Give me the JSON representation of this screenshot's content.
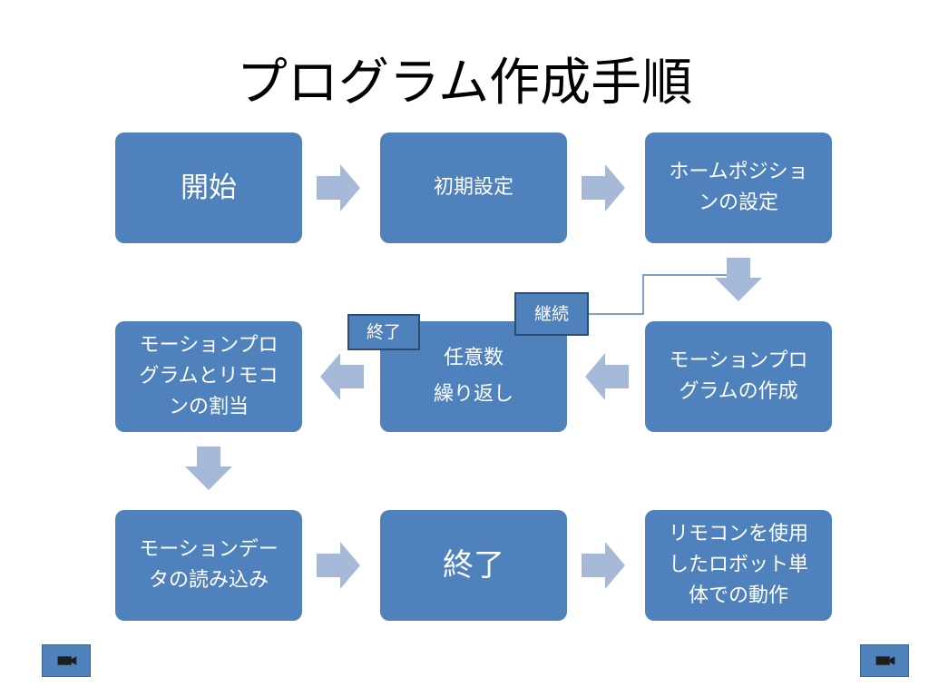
{
  "title": "プログラム作成手順",
  "colors": {
    "box": "#4f81bd",
    "arrow": "#a7b9d8",
    "connector": "#4f81bd"
  },
  "nodes": {
    "start": "開始",
    "initial_settings": "初期設定",
    "home_position": "ホームポジショ\nンの設定",
    "create_motion_program": "モーションプロ\nグラムの作成",
    "repeat": "任意数\n繰り返し",
    "assign_remote": "モーションプロ\nグラムとリモコ\nンの割当",
    "load_motion_data": "モーションデー\nタの読み込み",
    "end": "終了",
    "solo_operation": "リモコンを使用\nしたロボット単\n体での動作"
  },
  "tags": {
    "continue": "継続",
    "end": "終了"
  },
  "icons": {
    "bottom_left": "camera-icon",
    "bottom_right": "camera-icon"
  }
}
